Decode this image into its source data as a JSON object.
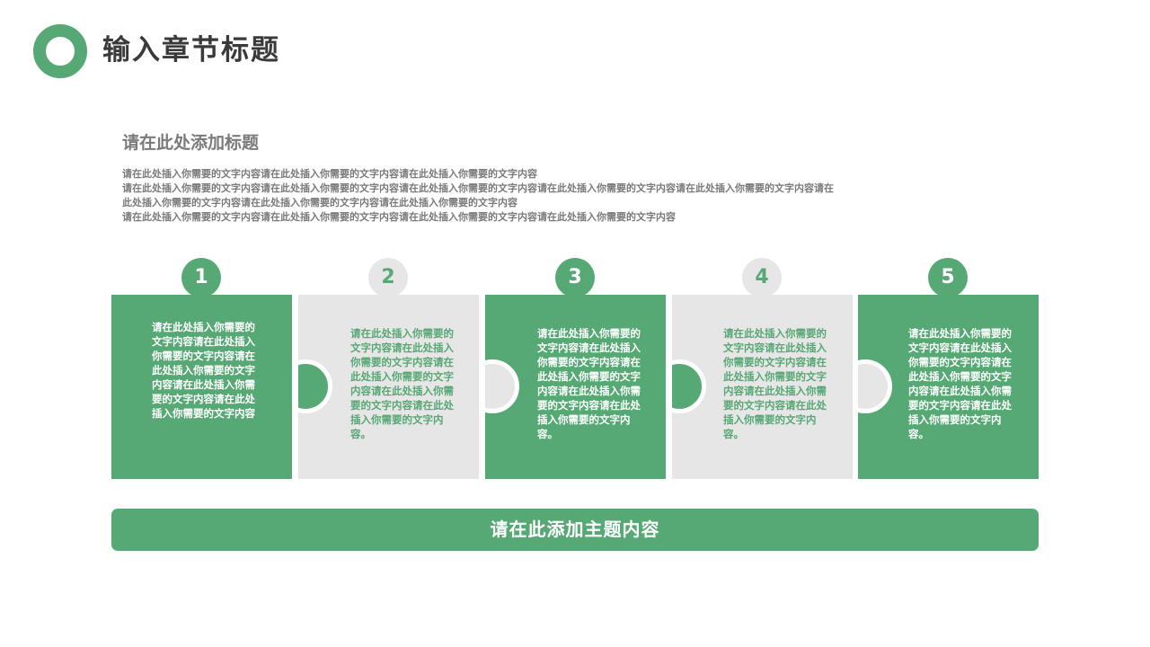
{
  "header": {
    "icon": "ring-icon",
    "title": "输入章节标题"
  },
  "section": {
    "title": "请在此处添加标题",
    "paragraph_lines": [
      "请在此处插入你需要的文字内容请在此处插入你需要的文字内容请在此处插入你需要的文字内容",
      "请在此处插入你需要的文字内容请在此处插入你需要的文字内容请在此处插入你需要的文字内容请在此处插入你需要的文字内容请在此处插入你需要的文字内容请在",
      "此处插入你需要的文字内容请在此处插入你需要的文字内容请在此处插入你需要的文字内容",
      "请在此处插入你需要的文字内容请在此处插入你需要的文字内容请在此处插入你需要的文字内容请在此处插入你需要的文字内容"
    ]
  },
  "steps": [
    {
      "number": "1",
      "style": "green",
      "text": "请在此处插入你需要的文字内容请在此处插入你需要的文字内容请在此处插入你需要的文字内容请在此处插入你需要的文字内容请在此处插入你需要的文字内容"
    },
    {
      "number": "2",
      "style": "gray",
      "text": "请在此处插入你需要的文字内容请在此处插入你需要的文字内容请在此处插入你需要的文字内容请在此处插入你需要的文字内容请在此处插入你需要的文字内容。"
    },
    {
      "number": "3",
      "style": "green",
      "text": "请在此处插入你需要的文字内容请在此处插入你需要的文字内容请在此处插入你需要的文字内容请在此处插入你需要的文字内容请在此处插入你需要的文字内容。"
    },
    {
      "number": "4",
      "style": "gray",
      "text": "请在此处插入你需要的文字内容请在此处插入你需要的文字内容请在此处插入你需要的文字内容请在此处插入你需要的文字内容请在此处插入你需要的文字内容。"
    },
    {
      "number": "5",
      "style": "green",
      "text": "请在此处插入你需要的文字内容请在此处插入你需要的文字内容请在此处插入你需要的文字内容请在此处插入你需要的文字内容请在此处插入你需要的文字内容。"
    }
  ],
  "theme_bar": {
    "label": "请在此添加主题内容"
  },
  "colors": {
    "accent": "#56a874",
    "panel_gray": "#e6e6e6",
    "title_text": "#3a3a3a",
    "body_text": "#7a7a7a"
  }
}
